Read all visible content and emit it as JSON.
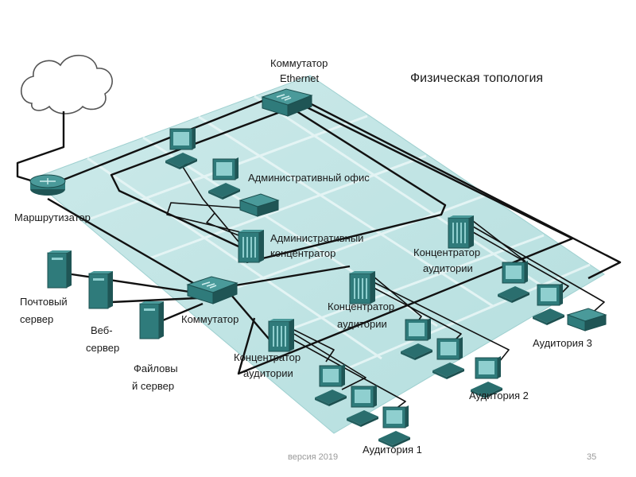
{
  "title": "Физическая топология",
  "labels": {
    "switch_ethernet": [
      "Коммутатор",
      "Ethernet"
    ],
    "router": "Маршрутизатор",
    "admin_office": "Административный офис",
    "admin_hub": [
      "Административный",
      "концентратор"
    ],
    "mail_server": [
      "Почтовый",
      "сервер"
    ],
    "web_server": [
      "Веб-",
      "сервер"
    ],
    "file_server": [
      "Файловы",
      "й сервер"
    ],
    "switch": "Коммутатор",
    "classroom_hub_1": [
      "Концентратор",
      "аудитории"
    ],
    "classroom_hub_2": [
      "Концентратор",
      "аудитории"
    ],
    "classroom_hub_3": [
      "Концентратор",
      "аудитории"
    ],
    "classroom_1": "Аудитория 1",
    "classroom_2": "Аудитория 2",
    "classroom_3": "Аудитория 3"
  },
  "footer": {
    "version": "версия 2019",
    "page": "35"
  },
  "colors": {
    "floor": "#bfe3e3",
    "grid": "#e8f6f6",
    "device": "#2f7b7b",
    "device_dark": "#1f5555",
    "screen": "#8fcfcf"
  }
}
